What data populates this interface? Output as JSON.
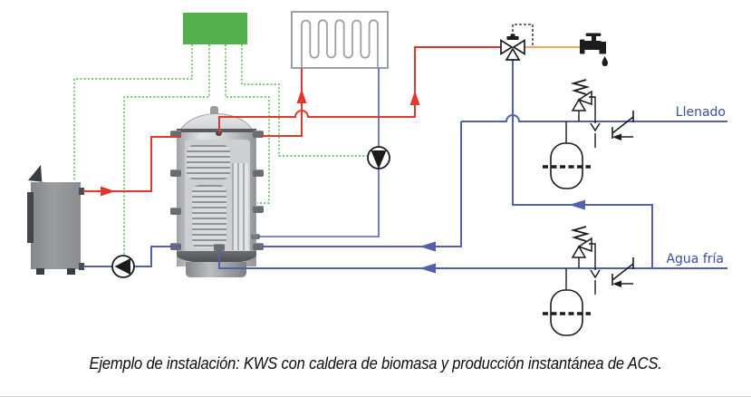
{
  "labels": {
    "filling": "Llenado",
    "cold_water": "Agua fría"
  },
  "caption": "Ejemplo de instalación: KWS con caldera de biomasa y producción instantánea de ACS.",
  "colors": {
    "hot": "#e2382b",
    "warm": "#e7ad68",
    "cold": "#5260ae",
    "label": "#3b4da3",
    "wire": "#3fbb3f",
    "controller": "#54b04c",
    "sym": "#1c1c1c",
    "radiator": "#9aa0a4"
  },
  "components": {
    "controller": "heating-controller",
    "boiler": "biomass-boiler",
    "tank": "kws-buffer-tank",
    "radiator": "radiator-heating-circuit",
    "boiler_pump": "boiler-circulation-pump",
    "heating_pump": "heating-circulation-pump",
    "mixing_valve": "thermostatic-mixing-valve",
    "tap": "hot-water-tap",
    "expansion_vessel": "expansion-vessel",
    "safety_valve": "safety-valve-group",
    "check_valve": "check-valve"
  }
}
